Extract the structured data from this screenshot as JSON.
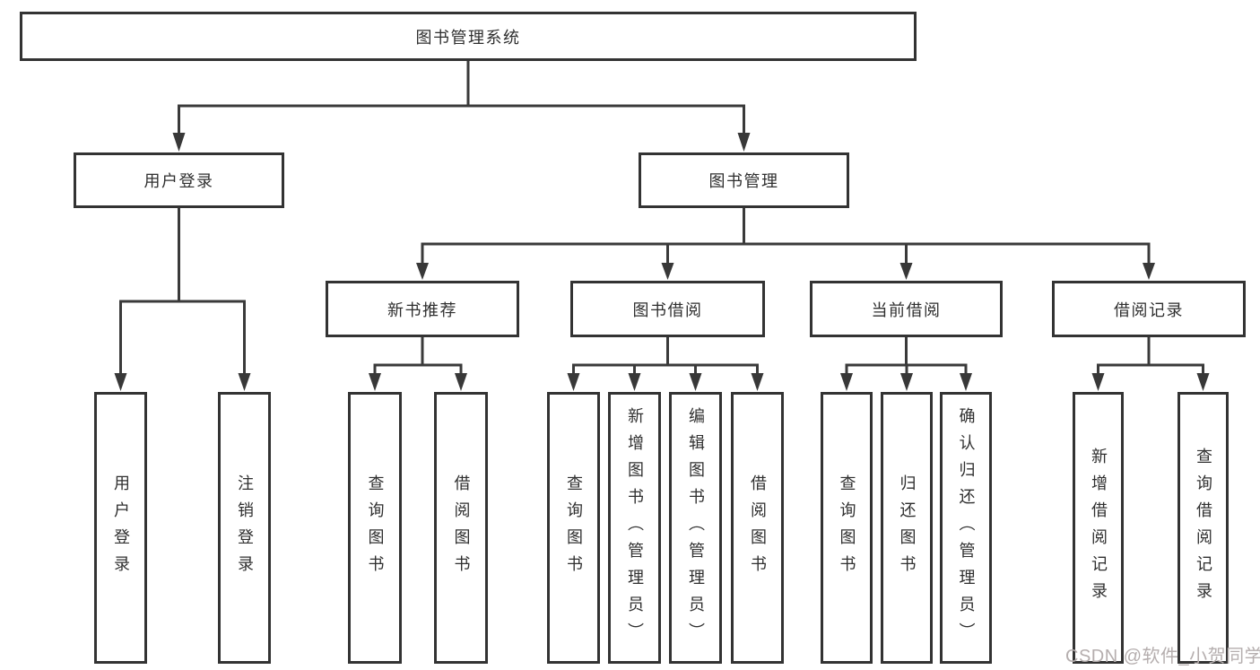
{
  "diagram": {
    "watermark": "CSDN @软件_小贺同学",
    "colors": {
      "line": "#3a3a3a",
      "box_border": "#333333",
      "text": "#2f2f2f",
      "background": "#ffffff",
      "watermark": "#b5aeae"
    },
    "tree": {
      "label": "图书管理系统",
      "children": [
        {
          "label": "用户登录",
          "children": [
            {
              "label": "用户登录"
            },
            {
              "label": "注销登录"
            }
          ]
        },
        {
          "label": "图书管理",
          "children": [
            {
              "label": "新书推荐",
              "children": [
                {
                  "label": "查询图书"
                },
                {
                  "label": "借阅图书"
                }
              ]
            },
            {
              "label": "图书借阅",
              "children": [
                {
                  "label": "查询图书"
                },
                {
                  "label": "新增图书（管理员）"
                },
                {
                  "label": "编辑图书（管理员）"
                },
                {
                  "label": "借阅图书"
                }
              ]
            },
            {
              "label": "当前借阅",
              "children": [
                {
                  "label": "查询图书"
                },
                {
                  "label": "归还图书"
                },
                {
                  "label": "确认归还（管理员）"
                }
              ]
            },
            {
              "label": "借阅记录",
              "children": [
                {
                  "label": "新增借阅记录"
                },
                {
                  "label": "查询借阅记录"
                }
              ]
            }
          ]
        }
      ]
    }
  }
}
